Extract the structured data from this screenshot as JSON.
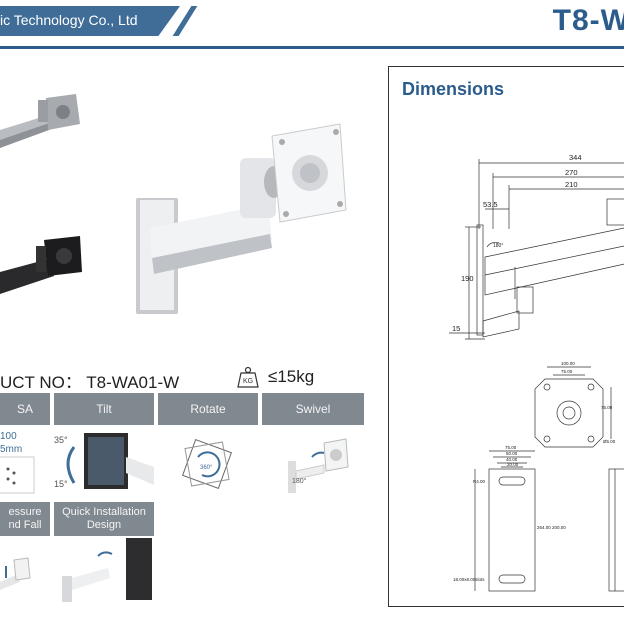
{
  "header": {
    "company": "ic Technology Co., Ltd",
    "model": "T8-W"
  },
  "product": {
    "label": "UCT NO：",
    "code": "T8-WA01-W",
    "weight_icon_text": "KG",
    "weight": "≤15kg"
  },
  "features": {
    "headers": [
      "SA",
      "Tilt",
      "Rotate",
      "Swivel"
    ],
    "row2_headers": [
      "essure\nnd Fall",
      "Quick Installation\nDesign"
    ],
    "vesa_text": [
      "100",
      "5mm"
    ],
    "tilt_angles": [
      "35°",
      "15°"
    ],
    "rotate_angle": "360°",
    "swivel_angle": "180°"
  },
  "dimensions": {
    "title": "Dimensions",
    "top_labels": [
      "344",
      "270",
      "210",
      "53.5"
    ],
    "side_labels": [
      "190",
      "15"
    ],
    "angle_label": "180°",
    "plate_labels": [
      "100.00",
      "75.00",
      "75.00",
      "Ø5.00"
    ],
    "bracket_labels": [
      "75.00",
      "50.00",
      "40.00",
      "20.00",
      "R4.00",
      "264.00 200.00",
      "18.00x8.00slots"
    ]
  }
}
